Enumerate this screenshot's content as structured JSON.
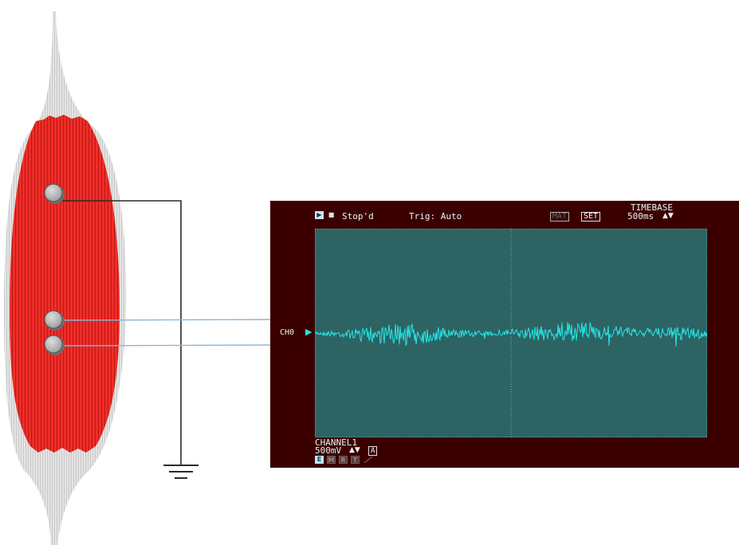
{
  "scope": {
    "status": "Stop'd",
    "trigger": "Trig: Auto",
    "mat_label": "MAT",
    "set_label": "SET",
    "timebase_title": "TIMEBASE",
    "timebase_value": "500ms",
    "channel_marker": "CH0",
    "channel_title": "CHANNEL1",
    "channel_scale": "500mV",
    "coupling_label": "A",
    "buttons": [
      "E",
      "M",
      "R",
      "T"
    ]
  },
  "colors": {
    "muscle": "#ee2b25",
    "tendon": "#dcdcdc",
    "scope_body": "#3a0000",
    "screen": "#2d6363",
    "trace": "#25e6e6",
    "lead_wire": "#8eb4d6",
    "ground_wire": "#2a2a2a"
  }
}
